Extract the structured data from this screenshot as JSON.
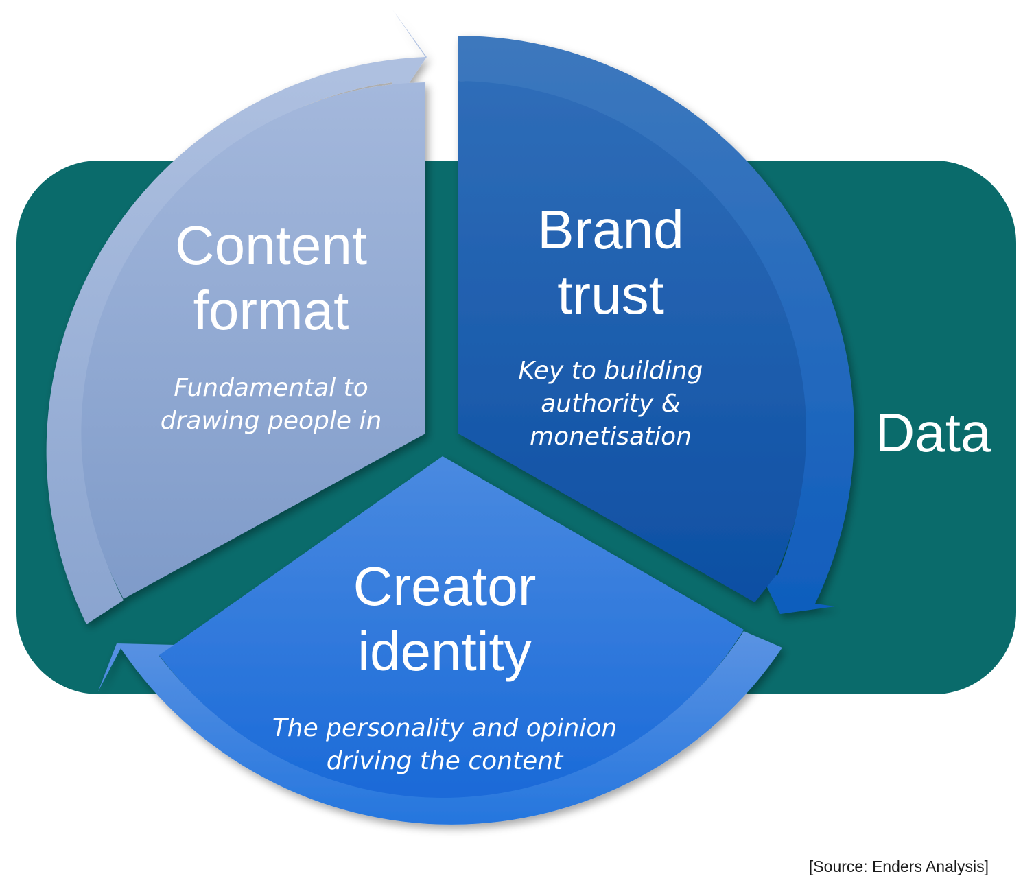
{
  "background_label": "Data",
  "segments": [
    {
      "id": "content-format",
      "title_lines": [
        "Content",
        "format"
      ],
      "subtitle_lines": [
        "Fundamental to",
        "drawing people in"
      ]
    },
    {
      "id": "brand-trust",
      "title_lines": [
        "Brand",
        "trust"
      ],
      "subtitle_lines": [
        "Key to building",
        "authority &",
        "monetisation"
      ]
    },
    {
      "id": "creator-identity",
      "title_lines": [
        "Creator",
        "identity"
      ],
      "subtitle_lines": [
        "The personality and opinion",
        "driving the content"
      ]
    }
  ],
  "source": "[Source: Enders Analysis]",
  "colors": {
    "background": "#0a6b6b",
    "content_format": "#8fa8d2",
    "brand_trust": "#1559b0",
    "creator_identity": "#2f80e0"
  }
}
